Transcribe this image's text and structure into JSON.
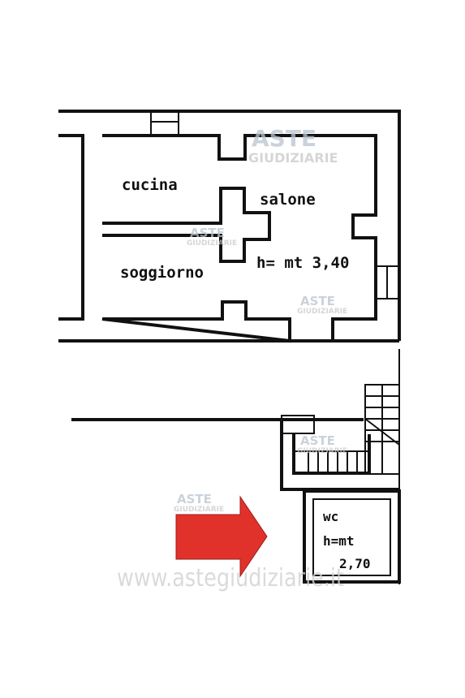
{
  "rooms": {
    "cucina": "cucina",
    "salone": "salone",
    "soggiorno": "soggiorno",
    "height_main": "h= mt 3,40",
    "wc": "wc",
    "height_wc_label": "h=mt",
    "height_wc_value": "2,70"
  },
  "watermarks": {
    "brand_top": "ASTE",
    "brand_bottom": "GIUDIZIARIE",
    "url": "www.astegiudiziarie.it"
  },
  "colors": {
    "arrow": "#e0312a",
    "walls": "#111111"
  }
}
